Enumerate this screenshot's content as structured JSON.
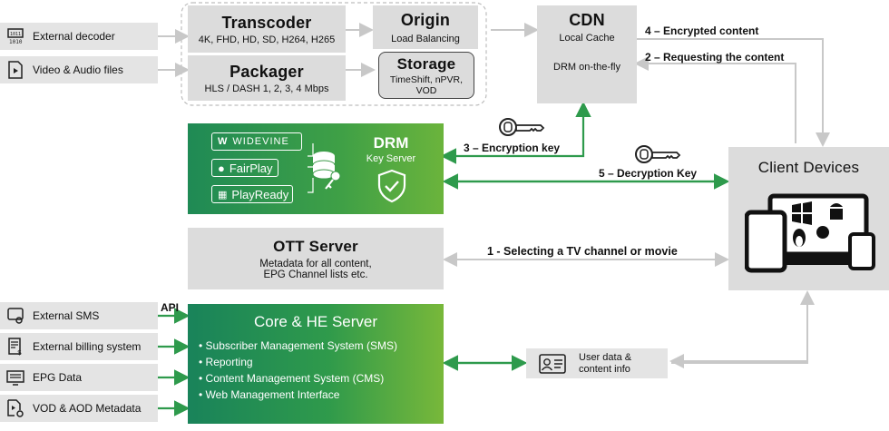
{
  "external_inputs": {
    "decoder": "External decoder",
    "video_audio": "Video & Audio files"
  },
  "transcoder": {
    "title": "Transcoder",
    "sub": "4K, FHD, HD, SD, H264, H265"
  },
  "packager": {
    "title": "Packager",
    "sub": "HLS / DASH 1, 2, 3, 4 Mbps"
  },
  "origin": {
    "title": "Origin",
    "sub": "Load Balancing"
  },
  "storage": {
    "title": "Storage",
    "sub1": "TimeShift, nPVR,",
    "sub2": "VOD"
  },
  "cdn": {
    "title": "CDN",
    "sub": "Local Cache",
    "sub2": "DRM on-the-fly"
  },
  "drm": {
    "title": "DRM",
    "sub": "Key Server",
    "logos": {
      "widevine": "WIDEVINE",
      "fairplay": "FairPlay",
      "playready": "PlayReady"
    }
  },
  "ott": {
    "title": "OTT Server",
    "sub1": "Metadata for all content,",
    "sub2": "EPG Channel lists etc."
  },
  "core": {
    "title": "Core & HE Server",
    "bullets": [
      "• Subscriber Management System (SMS)",
      "• Reporting",
      "• Content Management System (CMS)",
      "• Web Management Interface"
    ]
  },
  "client": {
    "title": "Client Devices"
  },
  "user_data": {
    "line1": "User data &",
    "line2": "content info"
  },
  "external_systems": {
    "sms": "External SMS",
    "billing": "External billing system",
    "epg": "EPG Data",
    "vod": "VOD & AOD Metadata"
  },
  "labels": {
    "api": "API",
    "step1": "1 - Selecting a TV channel or movie",
    "step2": "2 – Requesting the content",
    "step3": "3 – Encryption key",
    "step4": "4 – Encrypted content",
    "step5": "5 – Decryption Key"
  },
  "colors": {
    "green_dark": "#1f8a55",
    "green_light": "#6bb43c",
    "box_gray": "#dcdcdc",
    "arrow_gray": "#c8c8c8",
    "arrow_green": "#2e9a4c"
  }
}
